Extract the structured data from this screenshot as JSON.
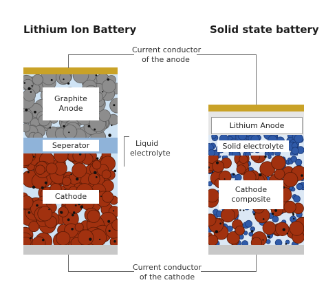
{
  "titles": {
    "left": "Lithium Ion Battery",
    "right": "Solid state battery"
  },
  "callouts": {
    "anode_conductor": [
      "Current conductor",
      "of the anode"
    ],
    "liquid_electrolyte": [
      "Liquid",
      "electrolyte"
    ],
    "cathode_conductor": [
      "Current conductor",
      "of the cathode"
    ]
  },
  "li_ion": {
    "graphite_anode": [
      "Graphite",
      "Anode"
    ],
    "separator": "Seperator",
    "cathode": "Cathode"
  },
  "solid_state": {
    "lithium_anode": "Lithium Anode",
    "solid_electrolyte": "Solid electrolyte",
    "cathode_composite": [
      "Cathode",
      "composite"
    ]
  },
  "colors": {
    "collector_gold": "#c9a227",
    "collector_grey": "#c8c8c8",
    "electrolyte_blue": "#cfe3f4",
    "separator_blue": "#8fb3d9",
    "graphite_grey": "#8d8d8d",
    "cathode_red": "#a1310f",
    "solid_electrolyte_blue": "#2f5aa8",
    "dot_black": "#111111"
  }
}
